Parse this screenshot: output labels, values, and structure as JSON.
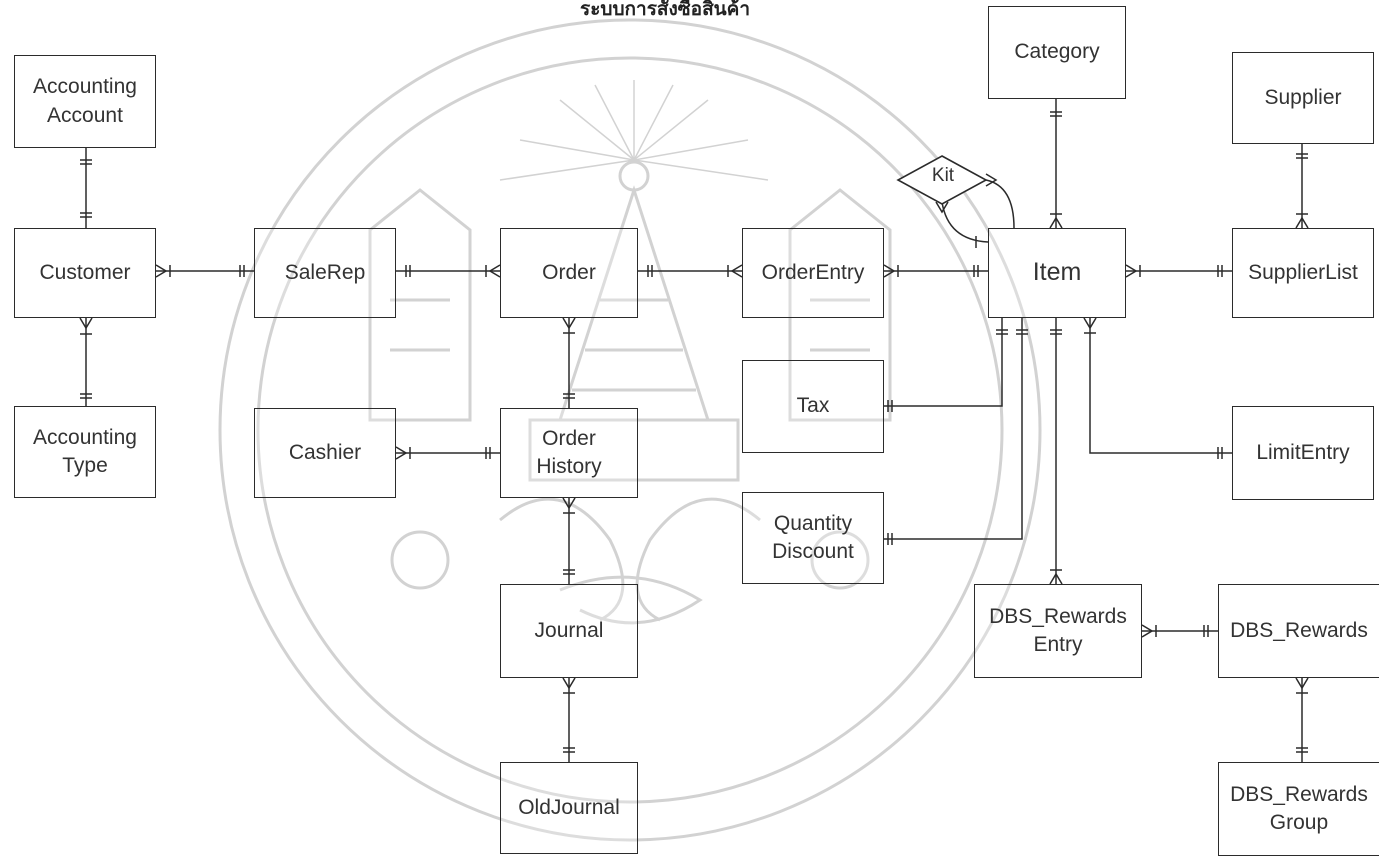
{
  "title": "ระบบการสั่งซื้อสินค้า",
  "watermark": {
    "description": "university seal watermark"
  },
  "entities": {
    "accounting_account": "Accounting\nAccount",
    "customer": "Customer",
    "accounting_type": "Accounting\nType",
    "salerep": "SaleRep",
    "cashier": "Cashier",
    "order": "Order",
    "order_history": "Order\nHistory",
    "journal": "Journal",
    "old_journal": "OldJournal",
    "order_entry": "OrderEntry",
    "tax": "Tax",
    "quantity_discount": "Quantity\nDiscount",
    "category": "Category",
    "item": "Item",
    "kit": "Kit",
    "supplier": "Supplier",
    "supplier_list": "SupplierList",
    "limit_entry": "LimitEntry",
    "dbs_rewards_entry": "DBS_Rewards\nEntry",
    "dbs_rewards": "DBS_Rewards",
    "dbs_rewards_group": "DBS_Rewards\nGroup"
  },
  "colors": {
    "line": "#2b2b2b",
    "watermark": "#d0d0d0"
  }
}
